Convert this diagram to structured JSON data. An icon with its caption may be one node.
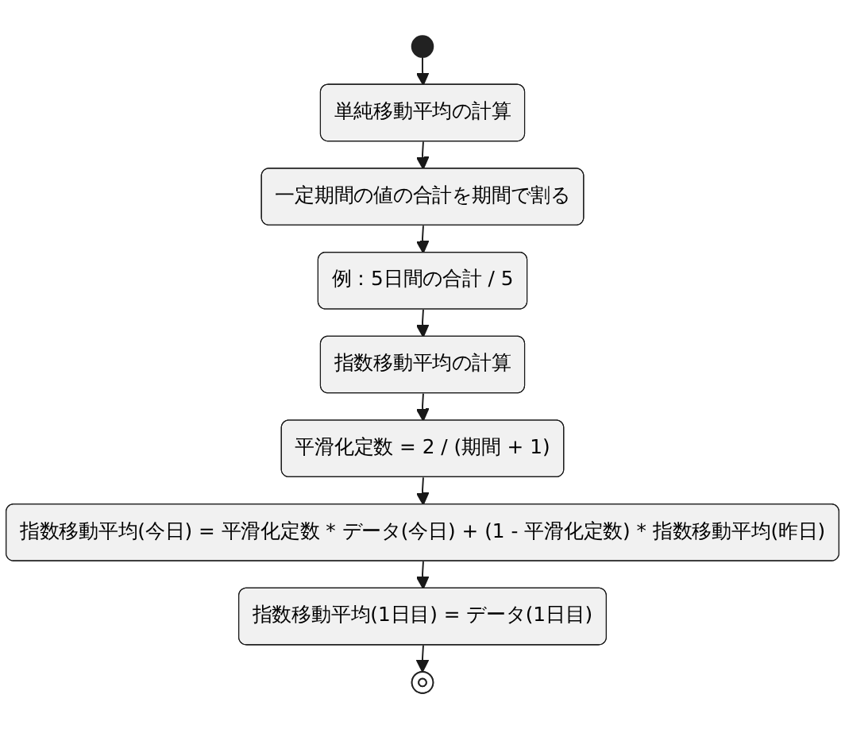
{
  "diagram": {
    "nodes": [
      {
        "text": [],
        "shape": "circle"
      },
      {
        "text": [
          "単純移動平均の計算"
        ]
      },
      {
        "text": [
          "一定期間の値の合計を期間で割る"
        ]
      },
      {
        "text": [
          "例：5日間の合計 / 5"
        ]
      },
      {
        "text": [
          "指数移動平均の計算"
        ]
      },
      {
        "text": [
          "平滑化定数 = 2 / (期間 + 1)"
        ]
      },
      {
        "text": [
          "指数移動平均(今日) = 平滑化定数 * データ(今日) + (1 - 平滑化定数) * 指数移動平均(昨日)"
        ]
      },
      {
        "text": [
          "指数移動平均(1日目) = データ(1日目)"
        ]
      },
      {
        "text": [],
        "shape": "circle"
      }
    ],
    "edges": [
      {
        "from": 0,
        "to": 1,
        "arrow": "to"
      },
      {
        "from": 1,
        "to": 2,
        "arrow": "to"
      },
      {
        "from": 2,
        "to": 3,
        "arrow": "to"
      },
      {
        "from": 3,
        "to": 4,
        "arrow": "to"
      },
      {
        "from": 4,
        "to": 5,
        "arrow": "to"
      },
      {
        "from": 5,
        "to": 6,
        "arrow": "to"
      },
      {
        "from": 6,
        "to": 7,
        "arrow": "to"
      },
      {
        "from": 7,
        "to": 8,
        "arrow": "to"
      }
    ]
  }
}
